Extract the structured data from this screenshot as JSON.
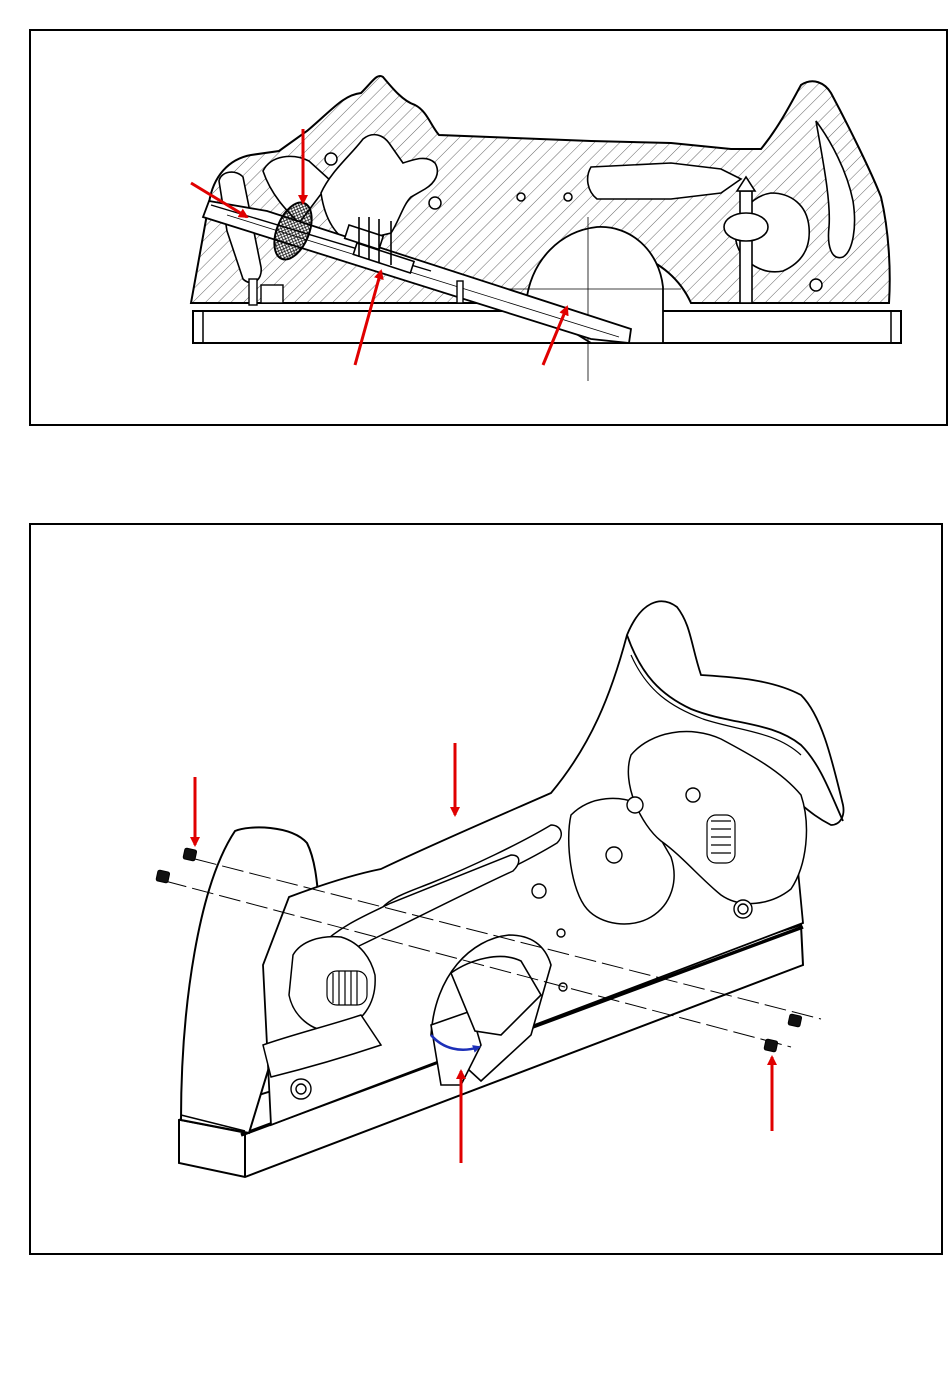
{
  "figures": [
    {
      "id": "section-view",
      "view": "cross-section",
      "callouts": 4
    },
    {
      "id": "isometric-view",
      "view": "isometric",
      "callouts": 4,
      "fasteners": 4
    }
  ],
  "colors": {
    "line": "#000000",
    "arrow": "#e00000",
    "hatch": "#555555",
    "rotation-arc": "#1c2fb8",
    "background": "#ffffff"
  },
  "icons": {
    "callout": "red-arrow",
    "set-screw": "hex-socket-set-screw-icon"
  }
}
